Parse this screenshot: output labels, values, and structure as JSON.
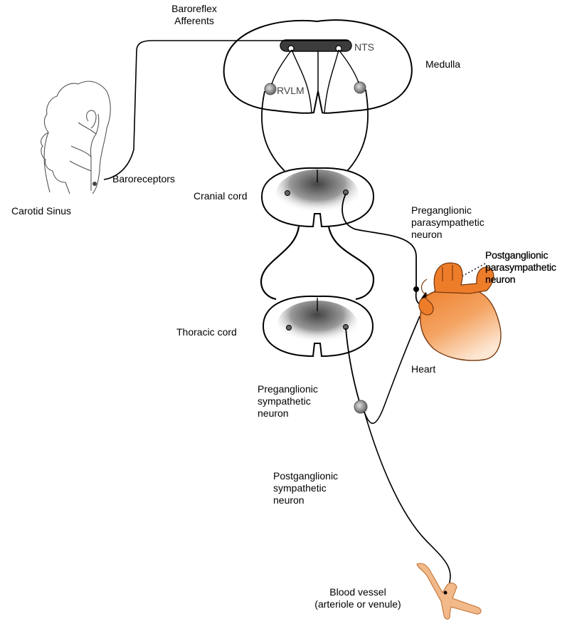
{
  "labels": {
    "baroreflex_afferents": [
      "Baroreflex",
      "Afferents"
    ],
    "nts": "NTS",
    "medulla": "Medulla",
    "rvlm": "RVLM",
    "baroreceptors": "Baroreceptors",
    "carotid_sinus": "Carotid Sinus",
    "cranial_cord": "Cranial cord",
    "preganglionic_parasympathetic": [
      "Preganglionic",
      "parasympathetic",
      "neuron"
    ],
    "postganglionic_parasympathetic": [
      "Postganglionic",
      "parasympathetic",
      "neuron"
    ],
    "thoracic_cord": "Thoracic cord",
    "heart": "Heart",
    "preganglionic_sympathetic": [
      "Preganglionic",
      "sympathetic",
      "neuron"
    ],
    "postganglionic_sympathetic": [
      "Postganglionic",
      "sympathetic",
      "neuron"
    ],
    "blood_vessel": [
      "Blood vessel",
      "(arteriole or venule)"
    ]
  },
  "colors": {
    "heart": "#f0893a",
    "heart_light": "#fbd9bd",
    "vessel": "#f2b98a",
    "line": "#000000",
    "cord_shade": "#6a6a6a",
    "nucleus": "#8a8a8a"
  }
}
